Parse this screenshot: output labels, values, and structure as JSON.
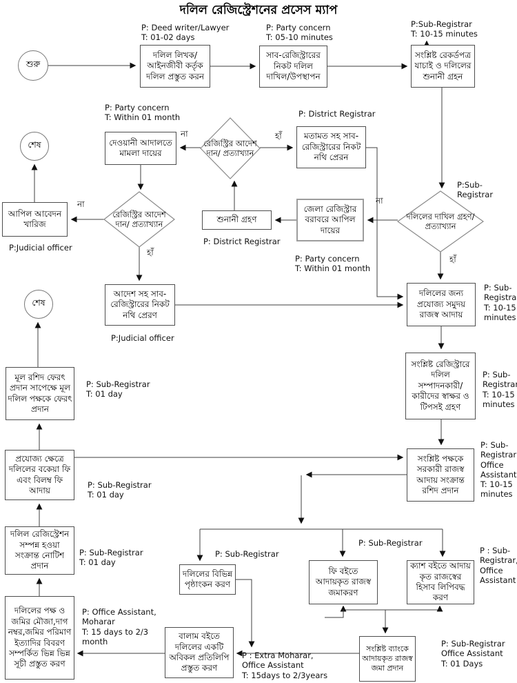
{
  "title": "দলিল রেজিস্ট্রেশনের প্রসেস ম্যাপ",
  "terminators": {
    "start": "শুরু",
    "end_top": "শেষ",
    "end_mid": "শেষ"
  },
  "processes": {
    "prepare_deed": "দলিল লিখক/ আইনজীবী কর্তৃক দলিল প্রস্তুত করন",
    "submit_deed": "সাব-রেজিস্ট্রারের নিকট দলিল দাখিল/উপস্থাপন",
    "verify_records": "সংশ্লিষ্ট রেকর্ডপত্র যাচাই ও দলিলের শুনানী গ্রহন",
    "appeal_district": "জেলা রেজিস্ট্রার বরাবরে আপিল দায়ের",
    "hearing": "শুনানী গ্রহণ",
    "opinion_to_subregistrar": "মতামত সহ সাব-রেজিস্ট্রারের নিকট নথি প্রেরন",
    "civil_case": "দেওয়ানী আদালতে মামলা দায়ের",
    "appeal_rejected": "আপিল আবেদন খারিজ",
    "order_to_subregistrar": "আদেশ সহ সাব-রেজিস্ট্রারের নিকট নথি প্রেরণ",
    "collect_revenue": "দলিলের জন্য প্রযোজ্য সমুদয় রাজস্ব আদায়",
    "signatures": "সংশ্লিষ্ট রেজিস্ট্রারে দলিল সম্পাদনকারী/ কারীদের স্বাক্ষর ও টিপসই গ্রহণ",
    "issue_receipt": "সংশ্লিষ্ট পক্ষকে সরকারী রাজস্ব আদায় সংক্রান্ত রশিদ প্রদান",
    "return_deed": "মূল রশিদ ফেরৎ প্রদান সাপেক্ষে মূল দলিল পক্ষকে ফেরৎ প্রদান",
    "due_fees": "প্রযোজ্য ক্ষেত্রে দলিলের বকেয়া ফি এবং বিলম্ব ফি আদায়",
    "completion_notice": "দলিল রেজিস্ট্রেশন সম্পন্ন হওয়া সংক্রান্ত নোটিশ প্রদান",
    "index_preparation": "দলিলের পক্ষ ও জমির মৌজা,দাগ নম্বর,জমির পরিমাণ ইত্যাদির বিবরণ সম্পর্কিত ভিন্ন ভিন্ন সূচী প্রস্তুত করণ",
    "endorsement": "দলিলের বিভিন্ন পৃষ্ঠাংকন করণ",
    "fee_book": "ফি বইতে আদায়কৃত রাজস্ব জমাকরণ",
    "cash_book": "ক্যাশ বইতে আদায় কৃত রাজস্বের হিসাব লিপিবদ্ধ করণ",
    "bank_deposit": "সংশ্লিষ্ট ব্যাংকে আদায়কৃত রাজস্ব জমা প্রদান",
    "balam_copy": "বালাম বইতে দলিলের একটি অবিকল প্রতিলিপি প্রস্তুত করণ"
  },
  "decisions": {
    "deed_acceptance": "দলিলের দাখিল গ্রহণ/প্রত্যাখ্যান",
    "registrar_order_top": "রেজিস্ট্রির আদেশ দান/ প্রত্যাখ্যান",
    "registrar_order_mid": "রেজিস্ট্রির আদেশ দান/ প্রত্যাখ্যান"
  },
  "edge_labels": {
    "d1_no": "না",
    "d1_yes": "হাঁ",
    "d2_no": "না",
    "d2_yes": "হাঁ",
    "d3_no": "না",
    "d3_yes": "হাঁ"
  },
  "annotations": {
    "a1": "P: Deed writer/Lawyer\nT: 01-02 days",
    "a2": "P: Party concern\nT: 05-10 minutes",
    "a3": "P:Sub-Registrar\nT: 10-15 minutes",
    "a4": "P: District Registrar",
    "a5": "P: Party concern\nT: Within 01 month",
    "a6": "P:Sub-Registrar",
    "a7": "P: Party concern\nT: Within 01 month",
    "a8": "P: District Registrar",
    "a9": "P:Judicial officer",
    "a10": "P:Judicial officer",
    "a11": "P: Sub-\nRegistrar\nT: 10-15\nminutes",
    "a12": "P: Sub-\nRegistrar\nT: 10-15\nminutes",
    "a13": "P: Sub-\nRegistrar,\nOffice\nAssistant\nT: 10-15\nminutes",
    "a14": "P: Sub-Registrar\nT: 01 day",
    "a15": "P: Sub-Registrar\nT: 01 day",
    "a16": "P: Sub-Registrar\nT: 01 day",
    "a17": "P: Office Assistant,\nMoharar\nT: 15 days to 2/3\nmonth",
    "a18": "P: Sub-Registrar",
    "a19": "P: Sub-Registrar",
    "a20": "P : Sub-\nRegistrar,\nOffice\nAssistant",
    "a21": "P : Extra Moharar,\nOffice Assistant\nT: 15days to 2/3years",
    "a22": "P: Sub-Registrar\nOffice Assistant\nT: 01 Days"
  }
}
